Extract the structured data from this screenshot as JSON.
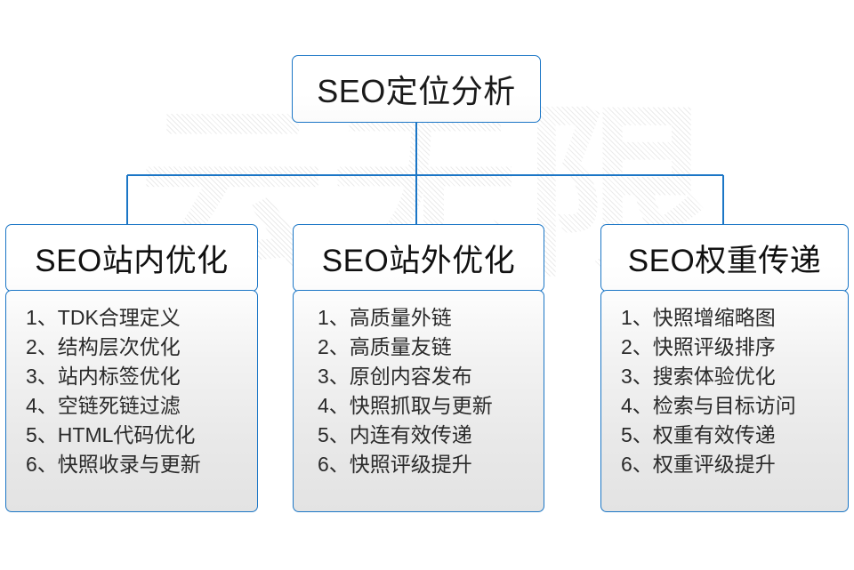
{
  "diagram": {
    "type": "org-chart",
    "title": "SEO定位分析",
    "watermark": "云无限",
    "accent_color": "#1b76c6",
    "text_color": "#1a1a1a",
    "body_background": "#e8e8e8",
    "page_background": "#ffffff",
    "root": {
      "label": "SEO定位分析"
    },
    "columns": [
      {
        "header": "SEO站内优化",
        "items": [
          "1、TDK合理定义",
          "2、结构层次优化",
          "3、站内标签优化",
          "4、空链死链过滤",
          "5、HTML代码优化",
          "6、快照收录与更新"
        ]
      },
      {
        "header": "SEO站外优化",
        "items": [
          "1、高质量外链",
          "2、高质量友链",
          "3、原创内容发布",
          "4、快照抓取与更新",
          "5、内连有效传递",
          "6、快照评级提升"
        ]
      },
      {
        "header": "SEO权重传递",
        "items": [
          "1、快照增缩略图",
          "2、快照评级排序",
          "3、搜索体验优化",
          "4、检索与目标访问",
          "5、权重有效传递",
          "6、权重评级提升"
        ]
      }
    ]
  }
}
